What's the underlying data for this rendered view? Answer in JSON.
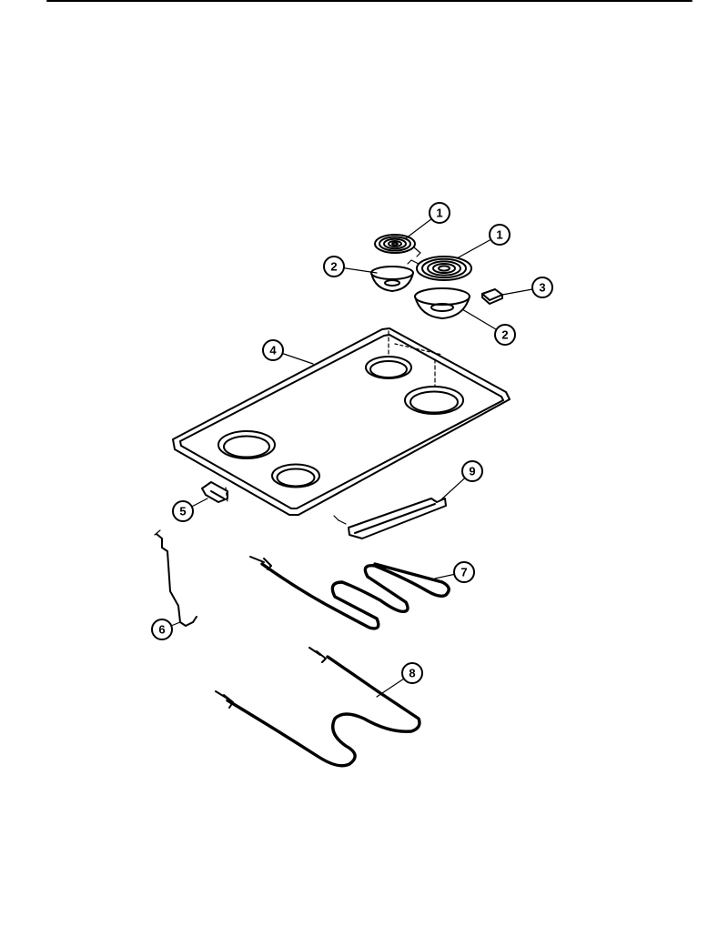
{
  "callouts": {
    "c1a": "1",
    "c1b": "1",
    "c2a": "2",
    "c2b": "2",
    "c3": "3",
    "c4": "4",
    "c5": "5",
    "c6": "6",
    "c7": "7",
    "c8": "8",
    "c9": "9"
  }
}
